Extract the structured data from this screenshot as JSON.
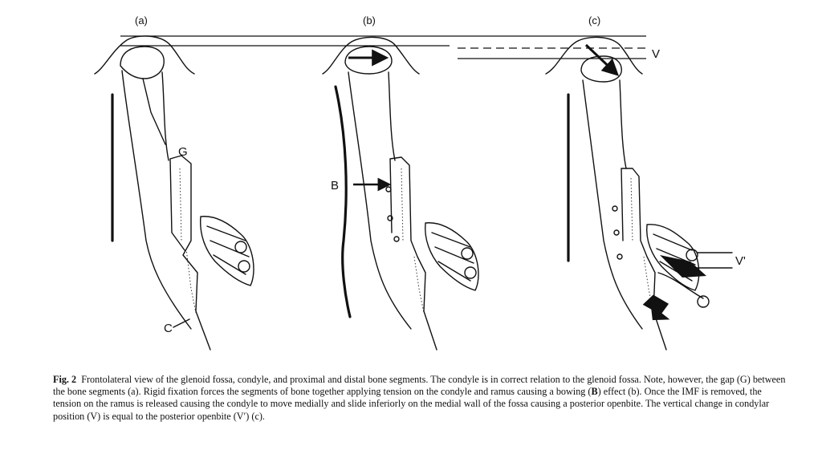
{
  "figure": {
    "panels": [
      {
        "id": "a",
        "label": "(a)"
      },
      {
        "id": "b",
        "label": "(b)"
      },
      {
        "id": "c",
        "label": "(c)"
      }
    ],
    "labels": {
      "gap": "G",
      "condyle": "C",
      "bowing": "B",
      "vertical_change": "V",
      "openbite": "V'"
    }
  },
  "caption": {
    "fig_number": "Fig. 2",
    "part1": "Frontolateral view of the glenoid fossa, condyle, and proximal and distal bone segments. The condyle is in correct relation to the glenoid fossa. Note, however, the gap (G) between the bone segments (a). Rigid fixation forces the segments of bone together applying tension on the condyle and ramus causing a bowing (",
    "bold_b": "B",
    "part2": ") effect (b). Once the IMF is removed, the tension on the ramus is released causing the condyle to move medially and slide inferiorly on the medial wall of the fossa causing a posterior openbite. The vertical change in condylar position (V) is equal to the posterior openbite (V′) (c)."
  }
}
